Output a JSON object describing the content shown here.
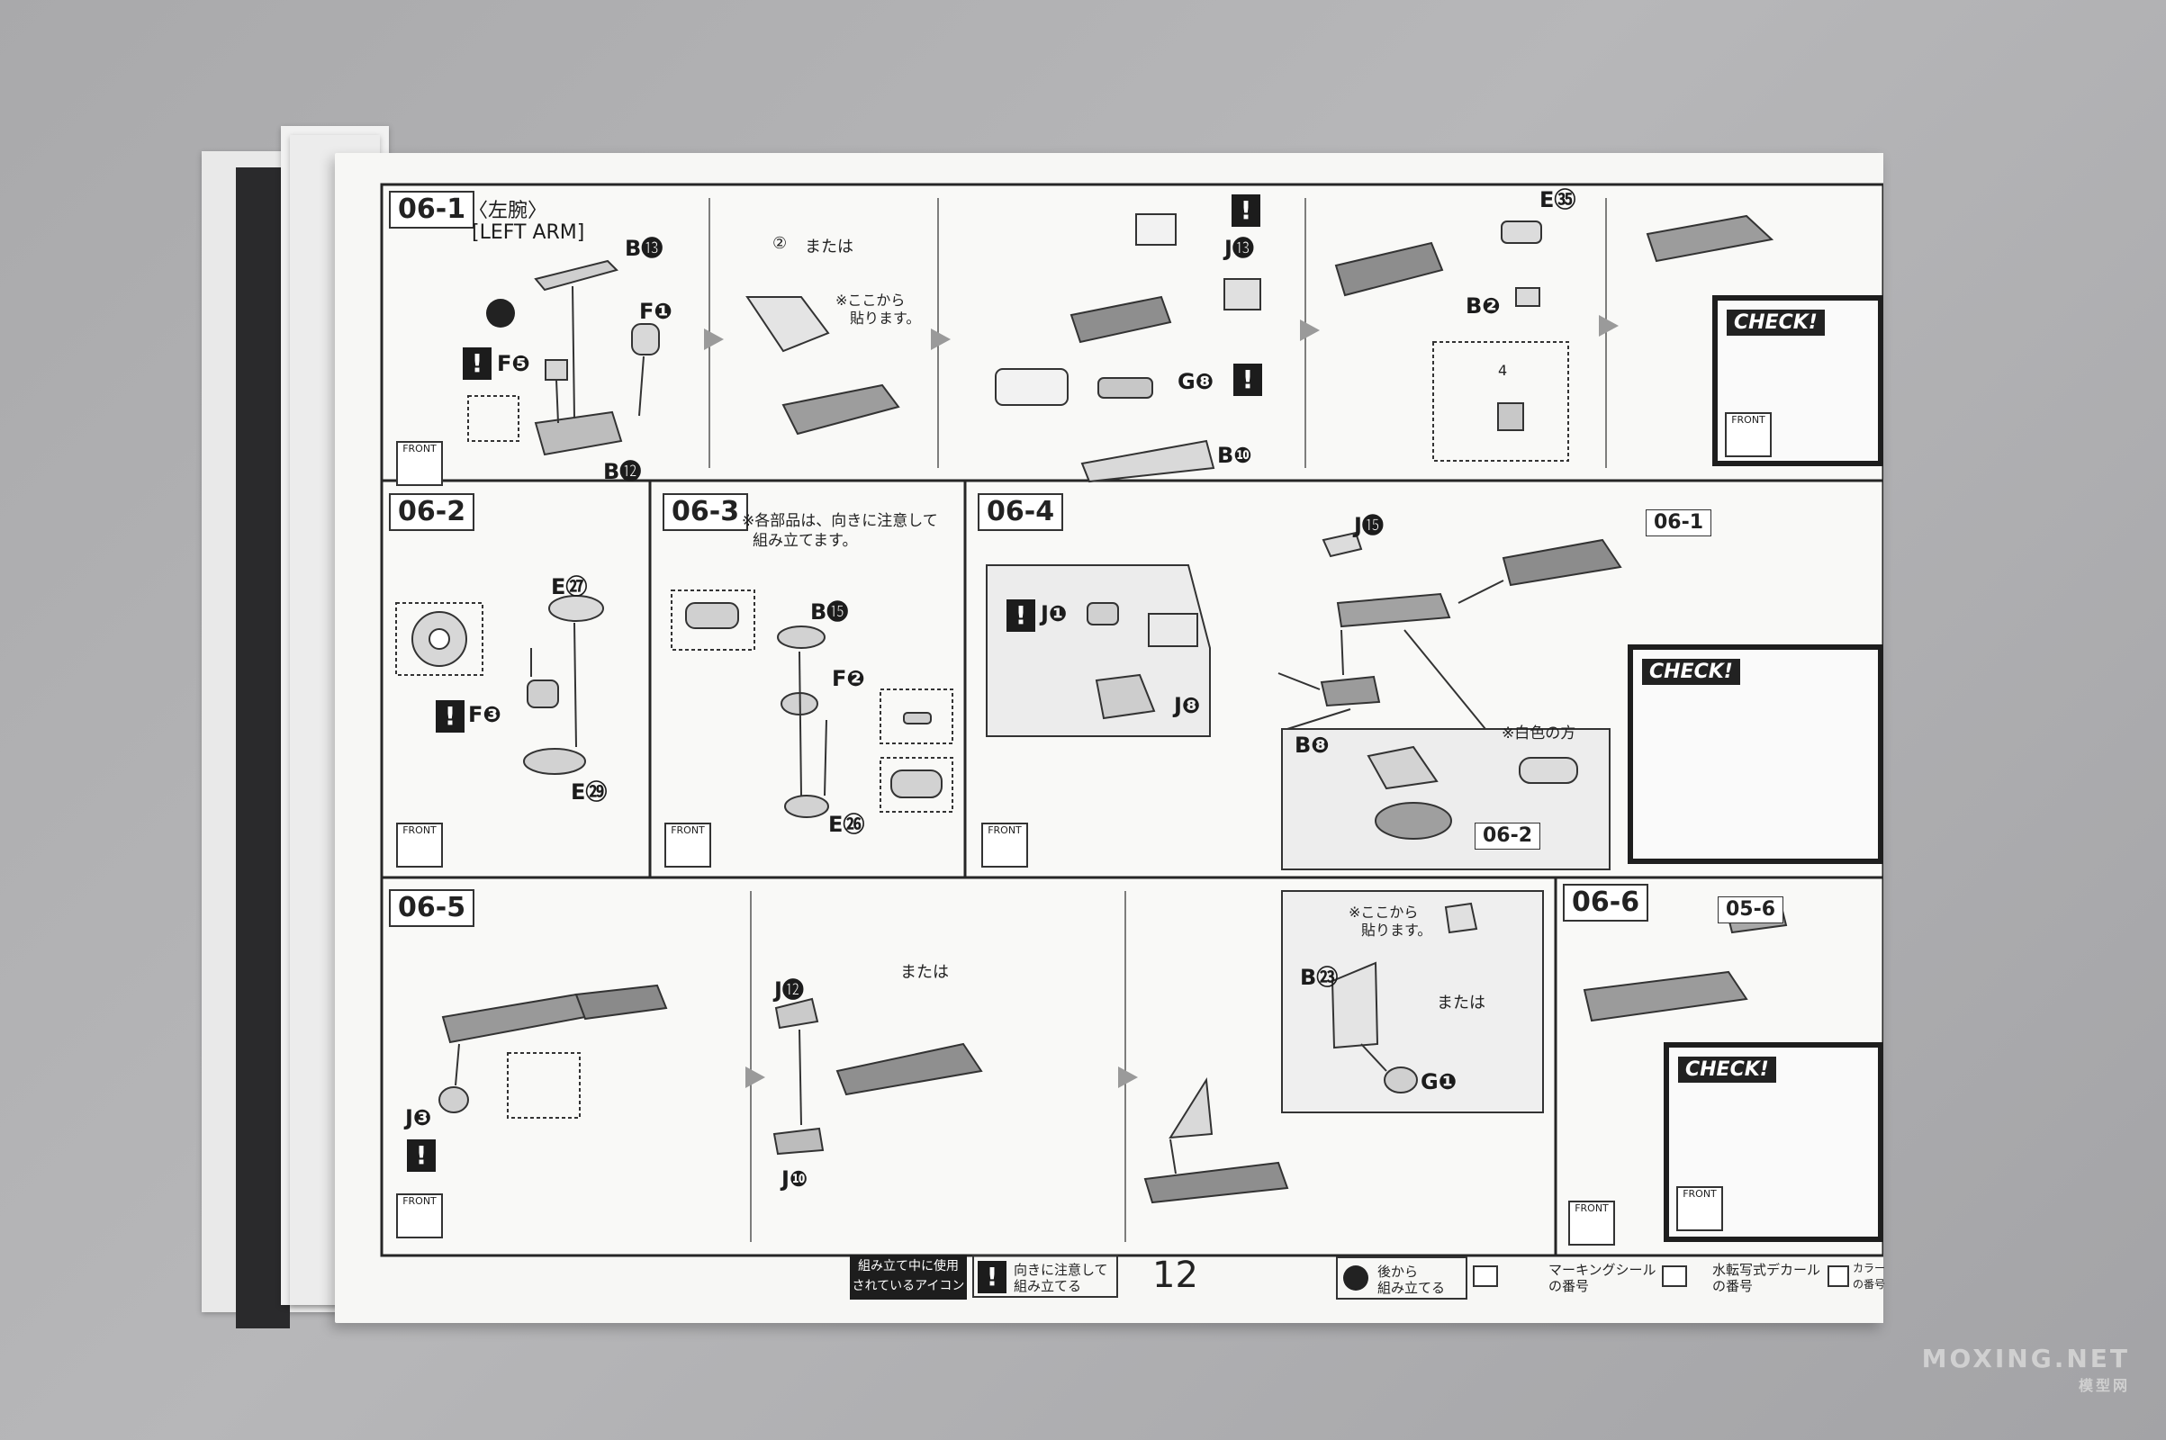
{
  "steps": {
    "s061": {
      "label": "06-1",
      "title_jp": "〈左腕〉",
      "title_en": "[LEFT ARM]"
    },
    "s062": {
      "label": "06-2"
    },
    "s063": {
      "label": "06-3",
      "note": "※各部品は、向きに注意して",
      "note2": "組み立てます。"
    },
    "s064": {
      "label": "06-4",
      "note": "※白色の方",
      "ref1": "06-1",
      "ref2": "06-2"
    },
    "s065": {
      "label": "06-5",
      "note": "※ここから",
      "note2": "貼ります。",
      "or1": "または",
      "or2": "または"
    },
    "s066": {
      "label": "06-6",
      "ref": "05-6"
    }
  },
  "step061_marks": {
    "mark_a": "②",
    "or": "または",
    "note": "※ここから",
    "note2": "貼ります。",
    "decal_no": "4"
  },
  "parts": {
    "b13": "B⓭",
    "f1": "F❶",
    "f5": "F❺",
    "b12": "B⓬",
    "e35": "E㉟",
    "j13": "J⓭",
    "g8": "G❽",
    "b10": "B❿",
    "b2": "B❷",
    "e27": "E㉗",
    "f3": "F❸",
    "e29": "E㉙",
    "b15": "B⓯",
    "f2": "F❷",
    "e26": "E㉖",
    "j1": "J❶",
    "j8": "J❽",
    "j15": "J⓯",
    "b8": "B❽",
    "j3": "J❸",
    "j12": "J⓬",
    "j10": "J❿",
    "b23": "B㉓",
    "g1": "G❶"
  },
  "badges": {
    "front": "FRONT",
    "check": "CHECK!"
  },
  "footer": {
    "icons_label_1": "組み立て中に使用",
    "icons_label_2": "されているアイコン",
    "orient_1": "向きに注意して",
    "orient_2": "組み立てる",
    "page_number": "12",
    "back_1": "後から",
    "back_2": "組み立てる",
    "marking_1": "マーキングシール",
    "marking_2": "の番号",
    "decal_1": "水転写式デカール",
    "decal_2": "の番号",
    "color_1": "カラー",
    "color_2": "の番号"
  },
  "watermark": {
    "line1": "MOXING.NET",
    "line2": "模型网"
  }
}
